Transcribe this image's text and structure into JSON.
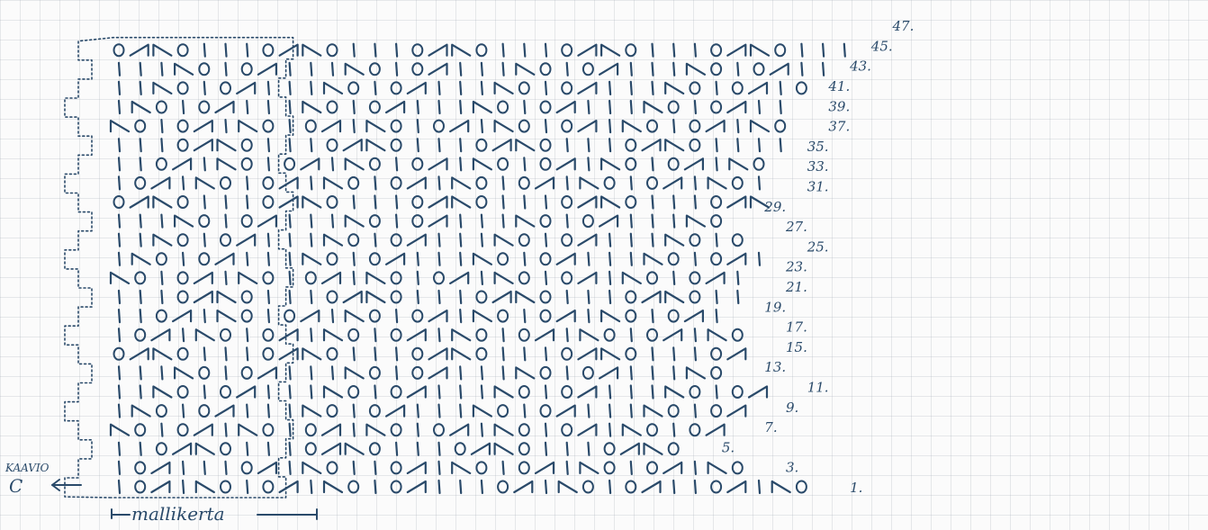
{
  "labels": {
    "chart_name": "KAAVIO",
    "chart_letter": "C",
    "repeat_label": "mallikerta"
  },
  "row_numbers": [
    "1.",
    "3.",
    "5.",
    "7.",
    "9.",
    "11.",
    "13.",
    "15.",
    "17.",
    "19.",
    "21.",
    "23.",
    "25.",
    "27.",
    "29.",
    "31.",
    "33.",
    "35.",
    "37.",
    "39.",
    "41.",
    "43.",
    "45.",
    "47."
  ],
  "rows": [
    "|o/|\\o|o/|\\o|o/|||o/|\\o|o/||o/|\\o",
    "|o/|||o/|\\o||o/|\\o|o/|\\o|o/|\\o",
    "||o/\\o|||o/\\o|||o/\\o|||o/\\o",
    "\\o|o/|\\o|o/|\\o|o/|\\o|o/|\\o|o/",
    "|\\o|o/|||\\o|o/|||\\o|o/|||\\o|o/",
    "||\\o|o/|||\\o|o/|||\\o|o/|||\\o|o/",
    "|||\\o|o/|||\\o|o/|||\\o|o/|||\\o",
    "o/\\o|||o/\\o|||o/\\o|||o/\\o|||o/",
    "|o/|\\o|o/|\\o|o/|\\o|o/|\\o|o/|\\o",
    "||o/|\\o|o/|\\o|o/|\\o|o/|\\o|o/|",
    "|||o/\\o|||o/\\o|||o/\\o|||o/\\o||",
    "\\o|o/|\\o|o/|\\o|o/|\\o|o/|\\o|o/|",
    "|\\o|o/|||\\o|o/|||\\o|o/|||\\o|o/|",
    "||\\o|o/|||\\o|o/|||\\o|o/|||\\o|o",
    "|||\\o|o/|||\\o|o/|||\\o|o/|||\\o",
    "o/\\o|||o/\\o|||o/\\o|||o/\\o|||o/\\",
    "|o/|\\o|o/|\\o|o/|\\o|o/|\\o|o/|\\o|",
    "||o/|\\o|o/|\\o|o/|\\o|o/|\\o|o/|\\o",
    "|||o/\\o|||o/\\o|||o/\\o|||o/\\o||||",
    "\\o|o/|\\o|o/|\\o|o/|\\o|o/|\\o|o/|\\o",
    "|\\o|o/|||\\o|o/|||\\o|o/|||\\o|o/||",
    "||\\o|o/|||\\o|o/|||\\o|o/|||\\o|o/|o",
    "|||\\o|o/|||\\o|o/|||\\o|o/|||\\o|o/||",
    "o/\\o|||o/\\o|||o/\\o|||o/\\o|||o/\\o|||"
  ]
}
